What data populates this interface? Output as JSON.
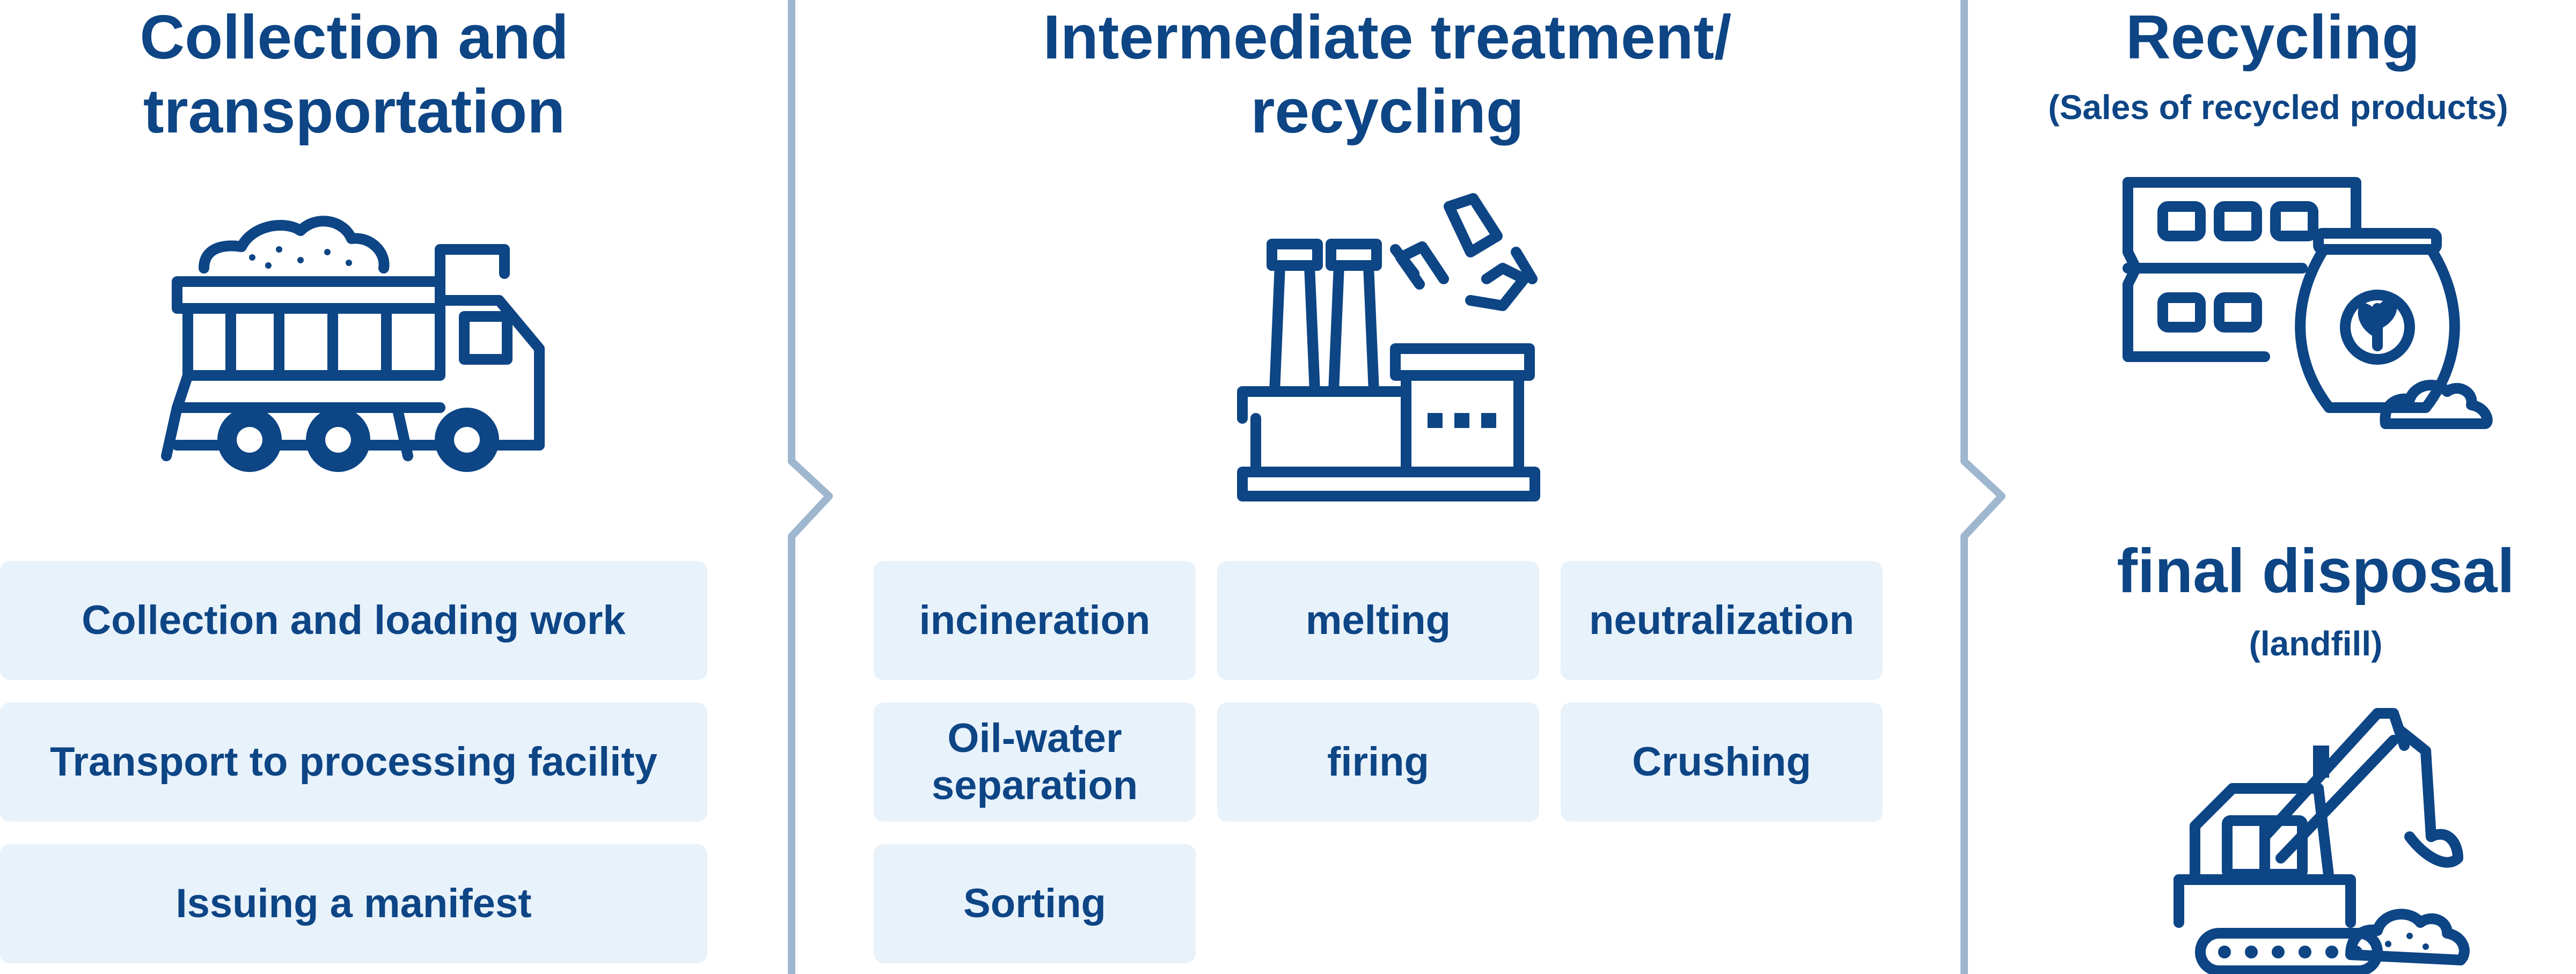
{
  "colors": {
    "primary": "#0d4585",
    "box_bg": "#e8f2fb",
    "divider": "#9fb6cf"
  },
  "columns": [
    {
      "title_lines": [
        "Collection and",
        "transportation"
      ],
      "icon": "dump-truck-icon",
      "items": [
        "Collection and loading work",
        "Transport to processing facility",
        "Issuing a manifest"
      ]
    },
    {
      "title_lines": [
        "Intermediate treatment/",
        "recycling"
      ],
      "icon": "recycling-factory-icon",
      "items": [
        "incineration",
        "melting",
        "neutralization",
        "Oil-water",
        "separation",
        "firing",
        "Crushing",
        "Sorting"
      ]
    },
    {
      "sections": [
        {
          "title": "Recycling",
          "subtitle": "(Sales of recycled products)",
          "icon": "recycled-products-icon"
        },
        {
          "title": "final disposal",
          "subtitle": "(landfill)",
          "icon": "excavator-landfill-icon"
        }
      ]
    }
  ]
}
